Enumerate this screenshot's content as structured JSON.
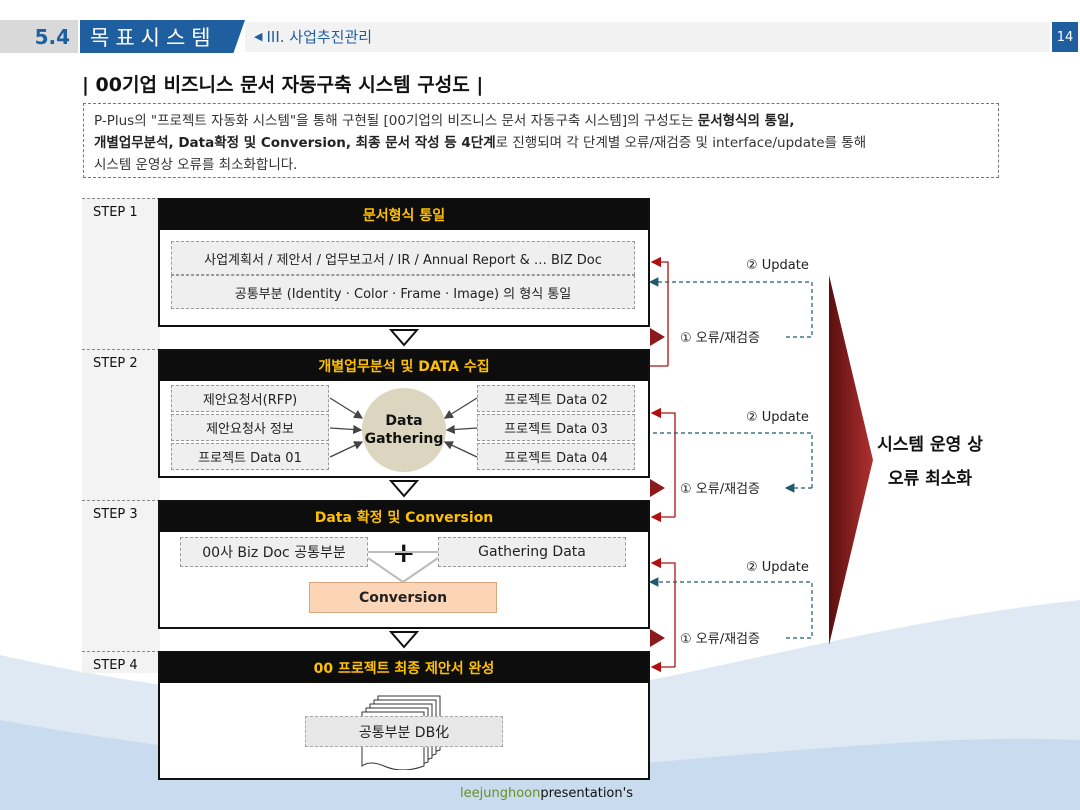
{
  "header": {
    "section_number": "5.4",
    "section_title": "목표시스템",
    "breadcrumb": "III. 사업추진관리",
    "page_number": "14"
  },
  "title": "| 00기업 비즈니스 문서 자동구축 시스템 구성도 |",
  "description": {
    "line1_a": "P-Plus의 \"프로젝트 자동화 시스템\"을 통해 구현될 [00기업의 비즈니스 문서 자동구축 시스템]의 구성도는 ",
    "line1_b": "문서형식의 통일,",
    "line2_a": "개별업무분석, Data확정 및 Conversion, 최종 문서 작성 등 4단계",
    "line2_b": "로 진행되며 각 단계별 오류/재검증 및 interface/update를 통해",
    "line3": "시스템 운영상 오류를 최소화합니다."
  },
  "steps": [
    {
      "label": "STEP 1",
      "title": "문서형식 통일",
      "row1": "사업계획서 / 제안서 / 업무보고서 /  IR / Annual Report  & …  BIZ Doc",
      "row2": "공통부분 (Identity · Color · Frame · Image) 의 형식 통일"
    },
    {
      "label": "STEP 2",
      "title": "개별업무분석 및 DATA 수집",
      "left_items": [
        "제안요청서(RFP)",
        "제안요청사 정보",
        "프로젝트 Data 01"
      ],
      "right_items": [
        "프로젝트 Data 02",
        "프로젝트 Data 03",
        "프로젝트 Data 04"
      ],
      "center_line1": "Data",
      "center_line2": "Gathering"
    },
    {
      "label": "STEP 3",
      "title": "Data 확정 및 Conversion",
      "left_box": "00사 Biz Doc 공통부분",
      "plus": "+",
      "right_box": "Gathering Data",
      "result_box": "Conversion"
    },
    {
      "label": "STEP 4",
      "title": "00 프로젝트 최종 제안서 완성",
      "doc_label": "공통부분 DB化"
    }
  ],
  "side": {
    "update_label": "② Update",
    "error_label": "① 오류/재검증",
    "result_line1": "시스템 운영 상",
    "result_line2": "오류 최소화"
  },
  "footer": {
    "part1": "leejunghoon",
    "part2": "presentation's"
  },
  "colors": {
    "primary_blue": "#1f5fa0",
    "step_header_text": "#ffc000",
    "dark_red": "#8b1a1a",
    "conversion_fill": "#fbd5b5",
    "gathering_circle": "#dcd6c0"
  }
}
